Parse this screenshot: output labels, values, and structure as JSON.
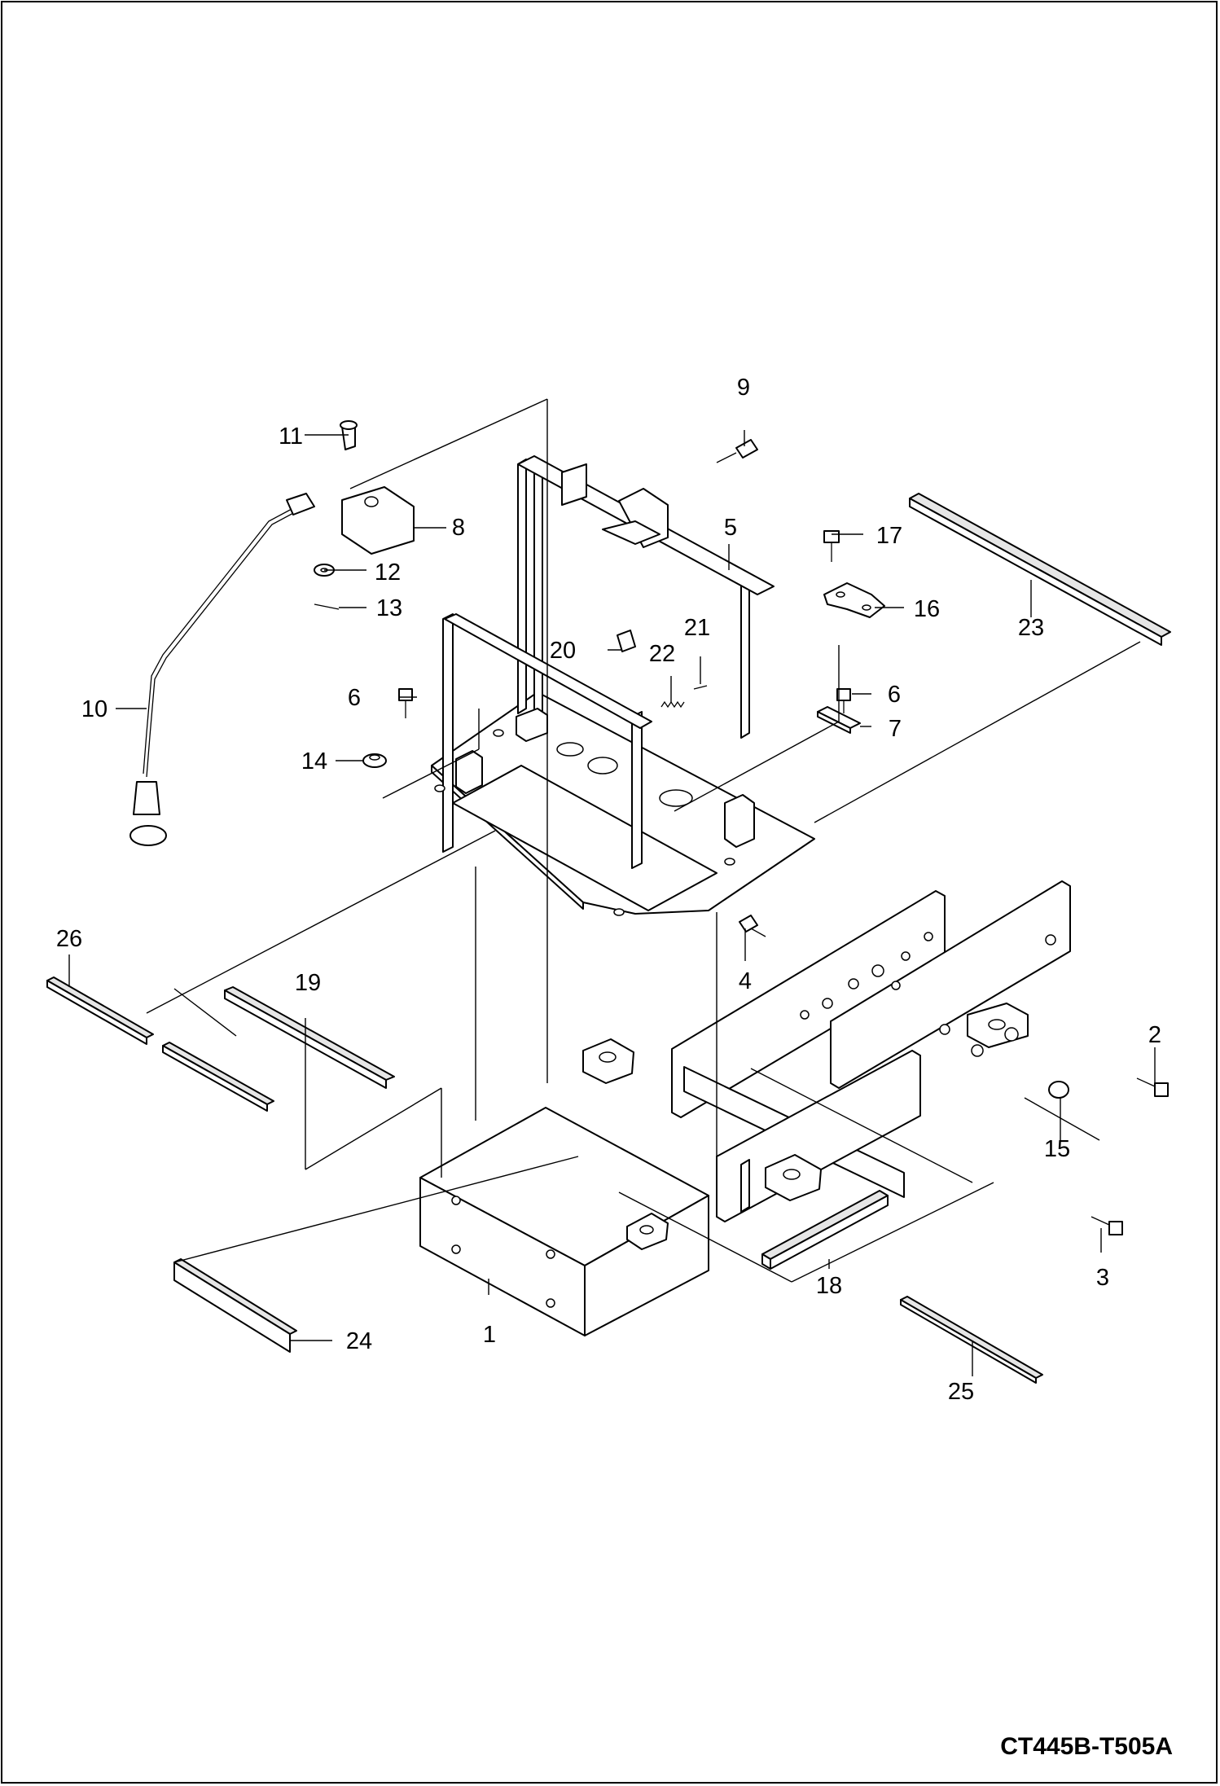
{
  "drawing": {
    "code": "CT445B-T505A"
  },
  "callouts": {
    "c1": "1",
    "c2": "2",
    "c3": "3",
    "c4": "4",
    "c5": "5",
    "c6a": "6",
    "c6b": "6",
    "c7": "7",
    "c8": "8",
    "c9": "9",
    "c10": "10",
    "c11": "11",
    "c12": "12",
    "c13": "13",
    "c14": "14",
    "c15": "15",
    "c16": "16",
    "c17": "17",
    "c18": "18",
    "c19": "19",
    "c20": "20",
    "c21": "21",
    "c22": "22",
    "c23": "23",
    "c24": "24",
    "c25": "25",
    "c26": "26"
  }
}
